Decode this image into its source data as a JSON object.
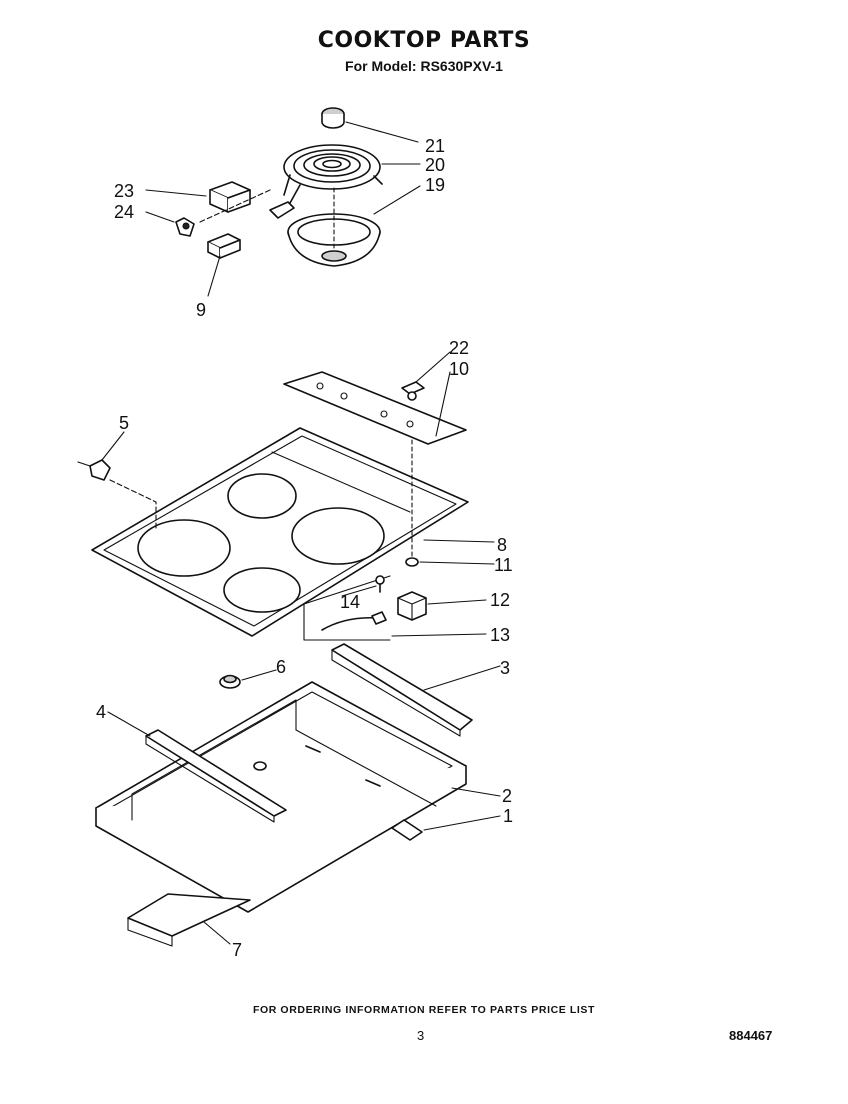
{
  "header": {
    "title": "COOKTOP PARTS",
    "model_line": "For Model: RS630PXV-1"
  },
  "callouts": {
    "c1": "1",
    "c2": "2",
    "c3": "3",
    "c4": "4",
    "c5": "5",
    "c6": "6",
    "c7": "7",
    "c8": "8",
    "c9": "9",
    "c10": "10",
    "c11": "11",
    "c12": "12",
    "c13": "13",
    "c14": "14",
    "c19": "19",
    "c20": "20",
    "c21": "21",
    "c22": "22",
    "c23": "23",
    "c24": "24"
  },
  "footer": {
    "ordering_note": "FOR ORDERING INFORMATION REFER TO PARTS PRICE LIST",
    "page_number": "3",
    "document_number": "884467"
  }
}
